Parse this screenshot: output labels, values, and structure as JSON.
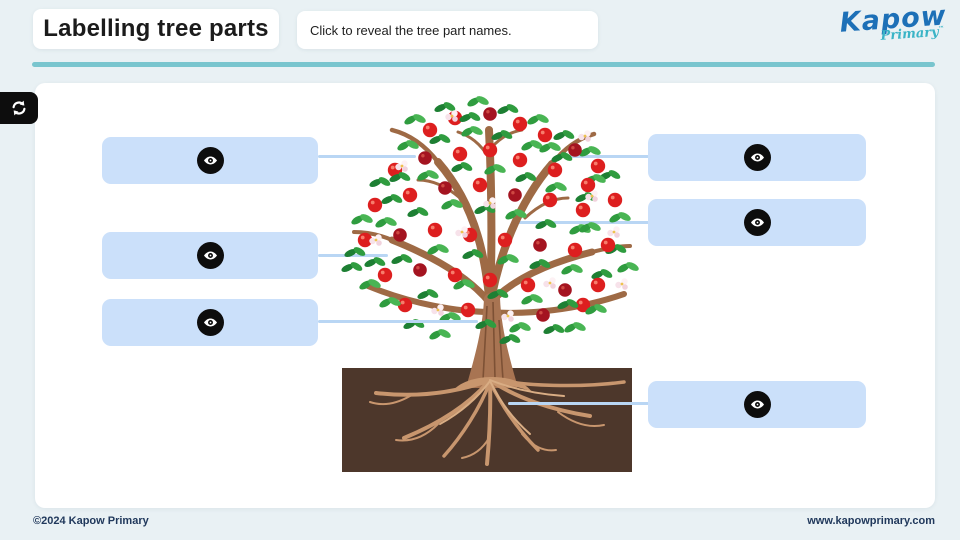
{
  "app": {
    "title": "Labelling tree parts",
    "instruction": "Click to reveal the tree part names."
  },
  "logo": {
    "brand": "Kapow",
    "sub_brand": "Primary",
    "trademark": "™"
  },
  "controls": {
    "reset_icon": "refresh-icon",
    "reveal_icon": "eye-icon",
    "reveal_button_count": 6
  },
  "label_boxes": [
    {
      "id": "left-top"
    },
    {
      "id": "left-middle"
    },
    {
      "id": "left-bottom"
    },
    {
      "id": "right-top"
    },
    {
      "id": "right-middle"
    },
    {
      "id": "right-bottom"
    }
  ],
  "footer": {
    "copyright": "©2024 Kapow Primary",
    "website": "www.kapowprimary.com"
  },
  "colors": {
    "page_background": "#e9f1f4",
    "accent_teal": "#79c5ce",
    "label_box_blue": "#cbe0fa",
    "connector_blue": "#b9d6f4",
    "logo_blue": "#1d70b7",
    "logo_teal": "#3ab4c6",
    "footer_navy": "#21395c",
    "button_black": "#0d0d0d",
    "soil_brown": "#4d372b",
    "root_tan": "#c8966e",
    "trunk_brown": "#a87452",
    "apple_red": "#dd1f1f",
    "leaf_green": "#2f9c3f"
  }
}
